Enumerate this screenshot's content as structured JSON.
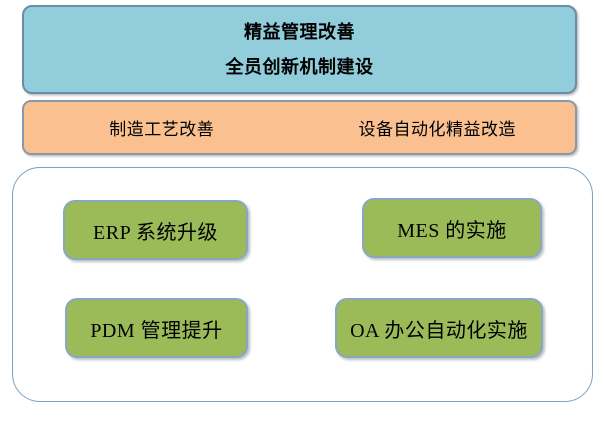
{
  "diagram": {
    "top_box": {
      "lines": [
        "精益管理改善",
        "全员创新机制建设"
      ]
    },
    "middle_box": {
      "items": [
        "制造工艺改善",
        "设备自动化精益改造"
      ]
    },
    "bottom_group": {
      "items": [
        "ERP 系统升级",
        "MES 的实施",
        "PDM 管理提升",
        "OA 办公自动化实施"
      ]
    }
  },
  "colors": {
    "top-fill": "#92cddc",
    "top-border": "#6d8ca7",
    "mid-fill": "#fac090",
    "mid-border": "#8a99a8",
    "item-fill": "#9bbb59",
    "item-border": "#88a7c1",
    "container-border": "#7ea1c4",
    "text": "#000000"
  }
}
